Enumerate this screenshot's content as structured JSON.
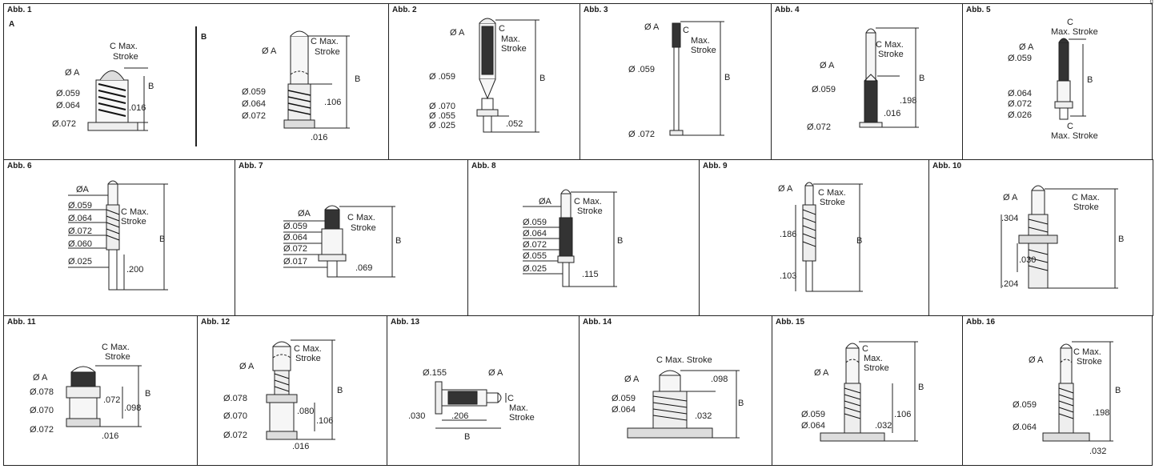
{
  "corner_mark": "g",
  "figures": [
    {
      "id": "abb1",
      "title": "Abb. 1",
      "sub_a": "A",
      "sub_b": "B",
      "labels": {
        "a_c": "C Max.",
        "a_stroke": "Stroke",
        "a_dia": "Ø A",
        "a_059": "Ø.059",
        "a_064": "Ø.064",
        "a_072": "Ø.072",
        "a_016": ".016",
        "a_b": "B",
        "b_dia": "Ø A",
        "b_c": "C Max.",
        "b_stroke": "Stroke",
        "b_059": "Ø.059",
        "b_064": "Ø.064",
        "b_072": "Ø.072",
        "b_106": ".106",
        "b_016": ".016",
        "b_b": "B"
      }
    },
    {
      "id": "abb2",
      "title": "Abb. 2",
      "labels": {
        "dia": "Ø A",
        "c": "C",
        "max": "Max.",
        "stroke": "Stroke",
        "d059": "Ø .059",
        "d070": "Ø .070",
        "d055": "Ø .055",
        "d025": "Ø .025",
        "v052": ".052",
        "b": "B"
      }
    },
    {
      "id": "abb3",
      "title": "Abb. 3",
      "labels": {
        "dia": "Ø A",
        "c": "C",
        "max": "Max.",
        "stroke": "Stroke",
        "d059": "Ø .059",
        "d072": "Ø .072",
        "b": "B"
      }
    },
    {
      "id": "abb4",
      "title": "Abb. 4",
      "labels": {
        "c": "C Max.",
        "stroke": "Stroke",
        "dia": "Ø A",
        "d059": "Ø.059",
        "d072": "Ø.072",
        "v198": ".198",
        "v016": ".016",
        "b": "B"
      }
    },
    {
      "id": "abb5",
      "title": "Abb. 5",
      "labels": {
        "c_top": "C",
        "stroke_top": "Max. Stroke",
        "dia": "Ø A",
        "d059": "Ø.059",
        "d064": "Ø.064",
        "d072": "Ø.072",
        "d026": "Ø.026",
        "c_bot": "C",
        "stroke_bot": "Max. Stroke",
        "b": "B"
      }
    },
    {
      "id": "abb6",
      "title": "Abb. 6",
      "labels": {
        "dia": "ØA",
        "d059": "Ø.059",
        "d064": "Ø.064",
        "d072": "Ø.072",
        "d060": "Ø.060",
        "d025": "Ø.025",
        "c": "C Max.",
        "stroke": "Stroke",
        "v200": ".200",
        "b": "B"
      }
    },
    {
      "id": "abb7",
      "title": "Abb. 7",
      "labels": {
        "dia": "ØA",
        "d059": "Ø.059",
        "d064": "Ø.064",
        "d072": "Ø.072",
        "d017": "Ø.017",
        "c": "C Max.",
        "stroke": "Stroke",
        "v069": ".069",
        "b": "B"
      }
    },
    {
      "id": "abb8",
      "title": "Abb. 8",
      "labels": {
        "dia": "ØA",
        "d059": "Ø.059",
        "d064": "Ø.064",
        "d072": "Ø.072",
        "d055": "Ø.055",
        "d025": "Ø.025",
        "c": "C Max.",
        "stroke": "Stroke",
        "v115": ".115",
        "b": "B"
      }
    },
    {
      "id": "abb9",
      "title": "Abb. 9",
      "labels": {
        "dia": "Ø A",
        "c": "C Max.",
        "stroke": "Stroke",
        "v186": ".186",
        "v103": ".103",
        "b": "B"
      }
    },
    {
      "id": "abb10",
      "title": "Abb. 10",
      "labels": {
        "dia": "Ø A",
        "c": "C Max.",
        "stroke": "Stroke",
        "v304": ".304",
        "v030": ".030",
        "v204": ".204",
        "b": "B"
      }
    },
    {
      "id": "abb11",
      "title": "Abb. 11",
      "labels": {
        "c": "C Max.",
        "stroke": "Stroke",
        "dia": "Ø A",
        "d078": "Ø.078",
        "d070": "Ø.070",
        "d072": "Ø.072",
        "v072": ".072",
        "v098": ".098",
        "v016": ".016",
        "b": "B"
      }
    },
    {
      "id": "abb12",
      "title": "Abb. 12",
      "labels": {
        "dia": "Ø A",
        "c": "C  Max.",
        "stroke": "Stroke",
        "d078": "Ø.078",
        "d070": "Ø.070",
        "d072": "Ø.072",
        "v080": ".080",
        "v106": ".106",
        "v016": ".016",
        "b": "B"
      }
    },
    {
      "id": "abb13",
      "title": "Abb. 13",
      "labels": {
        "d155": "Ø.155",
        "dia": "Ø A",
        "c": "C",
        "max": "Max.",
        "stroke": "Stroke",
        "v030": ".030",
        "v206": ".206",
        "b": "B"
      }
    },
    {
      "id": "abb14",
      "title": "Abb. 14",
      "labels": {
        "c": "C Max. Stroke",
        "dia": "Ø A",
        "d059": "Ø.059",
        "d064": "Ø.064",
        "v098": ".098",
        "v032": ".032",
        "b": "B"
      }
    },
    {
      "id": "abb15",
      "title": "Abb. 15",
      "labels": {
        "c": "C",
        "max": "Max.",
        "stroke": "Stroke",
        "dia": "Ø A",
        "d059": "Ø.059",
        "d064": "Ø.064",
        "v106": ".106",
        "v032": ".032",
        "b": "B"
      }
    },
    {
      "id": "abb16",
      "title": "Abb. 16",
      "labels": {
        "dia": "Ø A",
        "c": "C Max.",
        "stroke": "Stroke",
        "d059": "Ø.059",
        "d064": "Ø.064",
        "v198": ".198",
        "v032": ".032",
        "b": "B"
      }
    }
  ]
}
